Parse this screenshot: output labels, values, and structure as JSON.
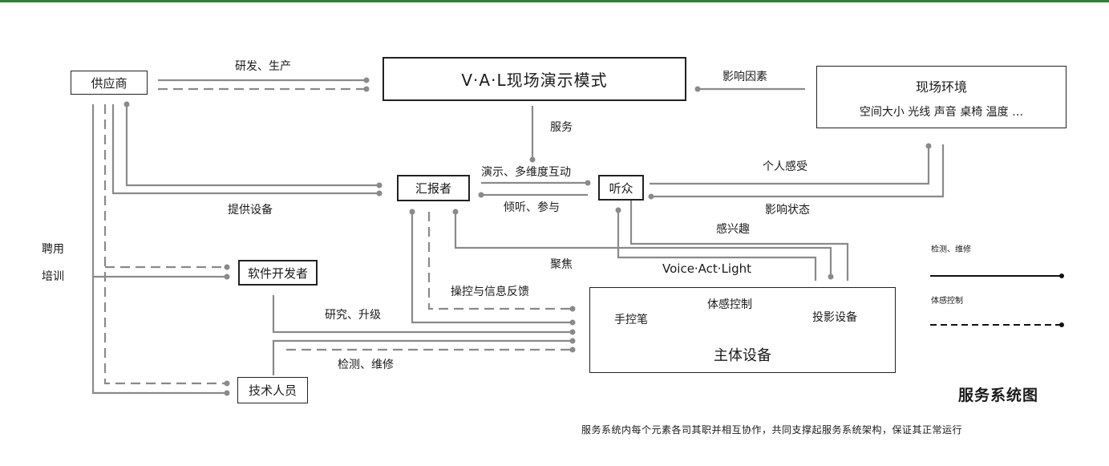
{
  "nodes": {
    "supplier": "供应商",
    "val_mode": "V·A·L现场演示模式",
    "environment": {
      "title": "现场环境",
      "factors": "空间大小 光线 声音 桌椅 温度 …"
    },
    "presenter": "汇报者",
    "audience": "听众",
    "software_dev": "软件开发者",
    "technician": "技术人员",
    "main_equipment": {
      "title": "主体设备",
      "pen": "手控笔",
      "projector": "投影设备",
      "link": "体感控制"
    }
  },
  "edges": {
    "rd_production": "研发、生产",
    "influence_factors": "影响因素",
    "service": "服务",
    "demo_interact": "演示、多维度互动",
    "listen_participate": "倾听、参与",
    "personal_feeling": "个人感受",
    "influence_state": "影响状态",
    "provide_equipment": "提供设备",
    "interest": "感兴趣",
    "focus": "聚焦",
    "voice_act_light": "Voice·Act·Light",
    "control_feedback": "操控与信息反馈",
    "research_upgrade": "研究、升级",
    "inspect_maintain": "检测、维修",
    "hire": "聘用",
    "train": "培训"
  },
  "legend": {
    "solid_label": "检测、维修",
    "dashed_label": "体感控制"
  },
  "title": "服务系统图",
  "caption": "服务系统内每个元素各司其职并相互协作，共同支撑起服务系统架构，保证其正常运行",
  "colors": {
    "accent_bar": "#2f7d3c",
    "line_gray": "#8a8a8a",
    "legend_line": "#111111"
  }
}
